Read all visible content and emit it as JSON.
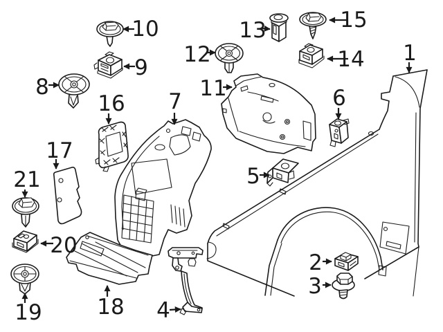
{
  "diagram": {
    "kind": "exploded-parts-diagram",
    "subject": "front fender and wheel arch liner with fasteners",
    "background_color": "#ffffff",
    "line_color": "#1a1a1a",
    "callouts": [
      {
        "number": "1",
        "part": "front fender panel"
      },
      {
        "number": "2",
        "part": "clip nut"
      },
      {
        "number": "3",
        "part": "hex flange bolt"
      },
      {
        "number": "4",
        "part": "fender support bracket"
      },
      {
        "number": "5",
        "part": "mounting bracket"
      },
      {
        "number": "6",
        "part": "mounting bracket"
      },
      {
        "number": "7",
        "part": "wheel arch liner front section"
      },
      {
        "number": "8",
        "part": "expanding rivet"
      },
      {
        "number": "9",
        "part": "clip nut"
      },
      {
        "number": "10",
        "part": "screw with washer"
      },
      {
        "number": "11",
        "part": "wheel arch liner rear section"
      },
      {
        "number": "12",
        "part": "expanding rivet"
      },
      {
        "number": "13",
        "part": "expanding nut"
      },
      {
        "number": "14",
        "part": "clip nut"
      },
      {
        "number": "15",
        "part": "screw with washer"
      },
      {
        "number": "16",
        "part": "adapter bracket"
      },
      {
        "number": "17",
        "part": "mounting plate"
      },
      {
        "number": "18",
        "part": "underbody cover panel"
      },
      {
        "number": "19",
        "part": "expanding rivet"
      },
      {
        "number": "20",
        "part": "clip nut"
      },
      {
        "number": "21",
        "part": "screw with washer"
      }
    ]
  }
}
